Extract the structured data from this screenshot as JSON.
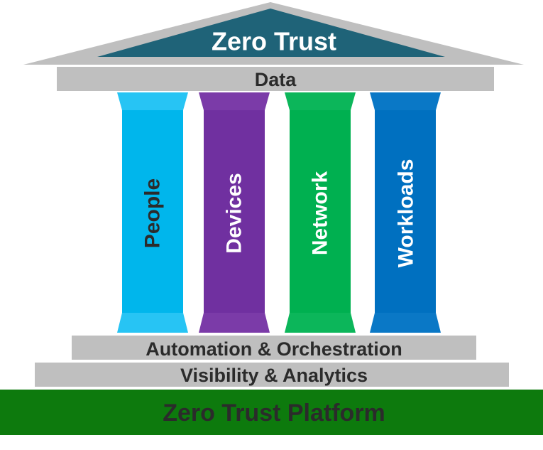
{
  "title": "Zero Trust",
  "roof_beam": "Data",
  "pillars": [
    {
      "label": "People",
      "color": "#00b6ec",
      "capital_color": "#27c4f4",
      "text_color": "#2b2b2b"
    },
    {
      "label": "Devices",
      "color": "#7030a0",
      "capital_color": "#7b3ba8",
      "text_color": "#ffffff"
    },
    {
      "label": "Network",
      "color": "#00b050",
      "capital_color": "#0cb65a",
      "text_color": "#ffffff"
    },
    {
      "label": "Workloads",
      "color": "#0070c0",
      "capital_color": "#0a78c6",
      "text_color": "#ffffff"
    }
  ],
  "steps": [
    "Automation & Orchestration",
    "Visibility & Analytics"
  ],
  "platform": "Zero Trust Platform",
  "colors": {
    "roof_outer": "#bfbfbf",
    "roof_inner": "#1f6378",
    "beam": "#bfbfbf",
    "step": "#bfbfbf",
    "platform": "#0d7a0d",
    "dark_text": "#2b2b2b",
    "title_text": "#ffffff"
  }
}
